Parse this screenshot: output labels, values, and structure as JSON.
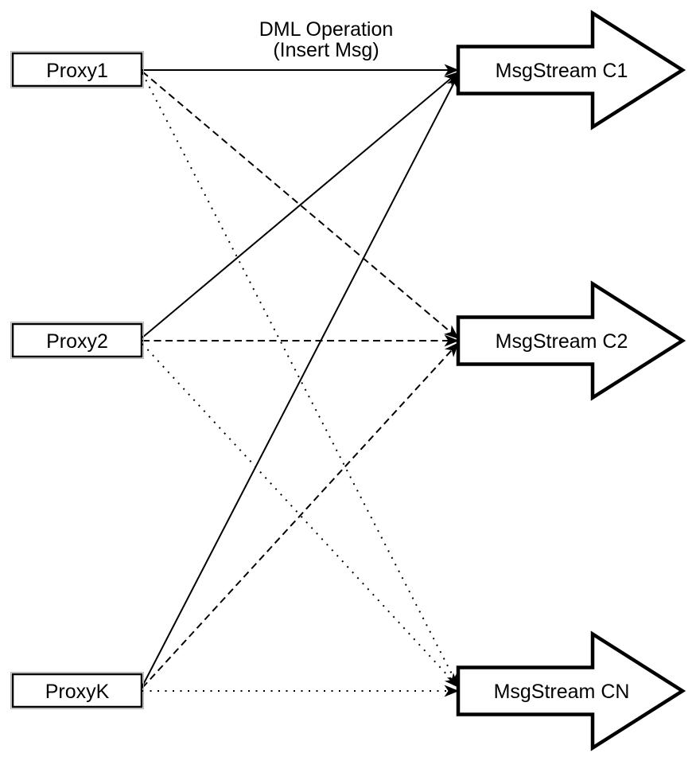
{
  "diagram": {
    "annotation": {
      "line1": "DML Operation",
      "line2": "(Insert Msg)"
    },
    "proxies": [
      {
        "label": "Proxy1"
      },
      {
        "label": "Proxy2"
      },
      {
        "label": "ProxyK"
      }
    ],
    "streams": [
      {
        "label": "MsgStream C1"
      },
      {
        "label": "MsgStream C2"
      },
      {
        "label": "MsgStream CN"
      }
    ],
    "edges": [
      {
        "from": "Proxy1",
        "to": "MsgStream C1",
        "style": "solid",
        "label": "DML Operation (Insert Msg)"
      },
      {
        "from": "Proxy1",
        "to": "MsgStream C2",
        "style": "dashed"
      },
      {
        "from": "Proxy1",
        "to": "MsgStream CN",
        "style": "dotted"
      },
      {
        "from": "Proxy2",
        "to": "MsgStream C1",
        "style": "solid"
      },
      {
        "from": "Proxy2",
        "to": "MsgStream C2",
        "style": "dashed"
      },
      {
        "from": "Proxy2",
        "to": "MsgStream CN",
        "style": "dotted"
      },
      {
        "from": "ProxyK",
        "to": "MsgStream C1",
        "style": "solid"
      },
      {
        "from": "ProxyK",
        "to": "MsgStream C2",
        "style": "dashed"
      },
      {
        "from": "ProxyK",
        "to": "MsgStream CN",
        "style": "dotted"
      }
    ],
    "colors": {
      "background": "#ffffff",
      "shape_fill": "#ffffff",
      "stroke": "#000000"
    }
  }
}
